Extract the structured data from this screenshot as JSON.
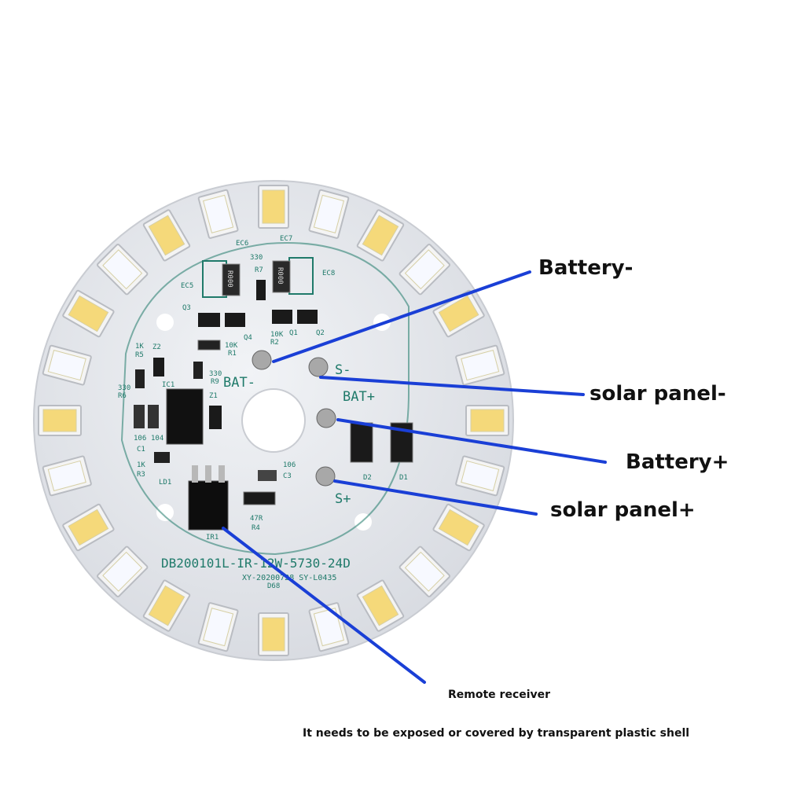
{
  "callouts": {
    "battery_minus": "Battery-",
    "solar_panel_minus": "solar panel-",
    "battery_plus": "Battery+",
    "solar_panel_plus": "solar panel+",
    "remote_receiver": "Remote receiver",
    "note": "It needs to be exposed or covered by transparent plastic shell"
  },
  "board": {
    "model_text": "DB200101L-IR-12W-5730-24D",
    "sub_text": "XY-20200728 SY-L0435",
    "pads": {
      "bat_minus": "BAT-",
      "bat_plus": "BAT+",
      "s_minus": "S-",
      "s_plus": "S+"
    },
    "refs": [
      "EC6",
      "EC7",
      "EC5",
      "EC8",
      "Q3",
      "Q4",
      "Q1",
      "Q2",
      "R1",
      "R2",
      "R5",
      "R6",
      "R9",
      "R3",
      "R4",
      "R7",
      "C1",
      "C3",
      "Z1",
      "Z2",
      "LD1",
      "IR1",
      "D1",
      "D2",
      "D68",
      "IC1"
    ],
    "values": [
      "330",
      "10K",
      "1K",
      "106",
      "104",
      "47R"
    ],
    "smd_codes": [
      "R000",
      "R000"
    ]
  },
  "colors": {
    "board": "#e6e8ec",
    "silkscreen": "#1f7a6a",
    "callout_line": "#1a3fd6",
    "led_warm": "#f5d97a",
    "led_cool": "#f7f9ff"
  }
}
